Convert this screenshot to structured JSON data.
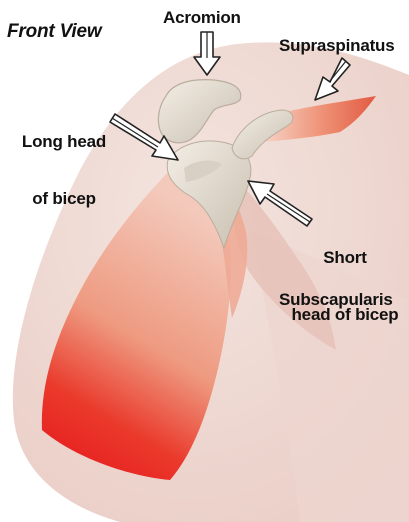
{
  "title": "Front View",
  "labels": {
    "acromion": "Acromion",
    "supraspinatus": "Supraspinatus",
    "long_head_line1": "Long head",
    "long_head_line2": "of bicep",
    "short_head_line1": "Short",
    "short_head_line2": "head of bicep",
    "subscapularis": "Subscapularis"
  },
  "colors": {
    "skin": "#f1dcd6",
    "skin_shadow": "#e3bfb6",
    "bone": "#e9e3d8",
    "bone_shadow": "#bdb2a3",
    "muscle_light": "#f1b9a6",
    "muscle_mid": "#e88a6c",
    "muscle_deep": "#e6141b",
    "arrow_fill": "#ffffff",
    "arrow_stroke": "#222222"
  }
}
